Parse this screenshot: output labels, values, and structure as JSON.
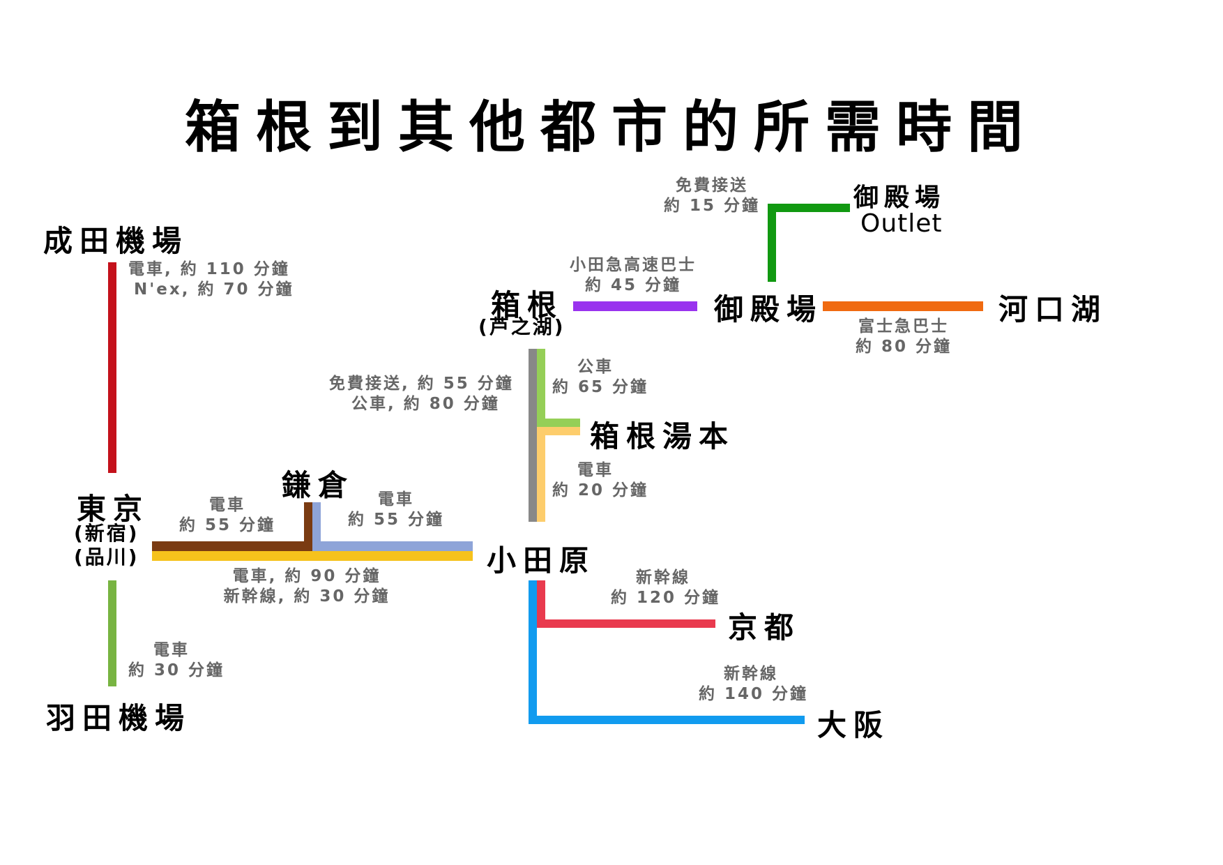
{
  "title": "箱根到其他都市的所需時間",
  "stations": {
    "narita": "成田機場",
    "haneda": "羽田機場",
    "tokyo": "東京",
    "tokyo_sub1": "(新宿)",
    "tokyo_sub2": "(品川)",
    "kamakura": "鎌倉",
    "odawara": "小田原",
    "hakone": "箱根",
    "hakone_sub": "(芦之湖)",
    "hakone_yumoto": "箱根湯本",
    "gotemba": "御殿場",
    "gotemba_outlet_1": "御殿場",
    "gotemba_outlet_2": "Outlet",
    "kawaguchiko": "河口湖",
    "kyoto": "京都",
    "osaka": "大阪"
  },
  "routes": {
    "narita_tokyo": [
      "電車, 約 110 分鐘",
      "N'ex, 約 70 分鐘"
    ],
    "tokyo_haneda": [
      "電車",
      "約 30 分鐘"
    ],
    "tokyo_kamakura": [
      "電車",
      "約 55 分鐘"
    ],
    "kamakura_odawara": [
      "電車",
      "約 55 分鐘"
    ],
    "tokyo_odawara": [
      "電車, 約 90 分鐘",
      "新幹線, 約 30 分鐘"
    ],
    "hakone_odawara": [
      "免費接送, 約 55 分鐘",
      "公車, 約 80 分鐘"
    ],
    "hakone_yumoto_bus": [
      "公車",
      "約 65 分鐘"
    ],
    "yumoto_odawara": [
      "電車",
      "約 20 分鐘"
    ],
    "hakone_gotemba": [
      "小田急高速巴士",
      "約 45 分鐘"
    ],
    "gotemba_outlet": [
      "免費接送",
      "約 15 分鐘"
    ],
    "gotemba_kawaguchiko": [
      "富士急巴士",
      "約 80 分鐘"
    ],
    "odawara_kyoto": [
      "新幹線",
      "約 120 分鐘"
    ],
    "odawara_osaka": [
      "新幹線",
      "約 140 分鐘"
    ]
  },
  "colors": {
    "narita_line": "#c4111b",
    "haneda_line": "#78b442",
    "kamakura_tokyo_line": "#7a3b12",
    "kamakura_odawara_line": "#8ea4d8",
    "tokyo_odawara_line": "#f6c21c",
    "hakone_odawara_line": "#888888",
    "hakone_yumoto_line": "#95cf57",
    "yumoto_odawara_line": "#fdcd6c",
    "hakone_gotemba_line": "#9933ee",
    "gotemba_outlet_line": "#119911",
    "gotemba_kawaguchiko_line": "#f06a10",
    "kyoto_line": "#e93a4e",
    "osaka_line": "#119bef"
  }
}
